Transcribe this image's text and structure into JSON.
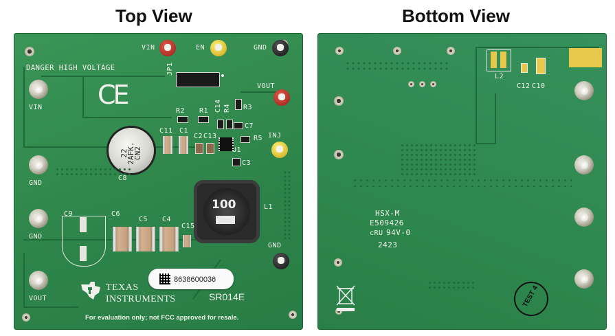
{
  "titles": {
    "top": "Top View",
    "bottom": "Bottom View"
  },
  "top_board": {
    "warning": "DANGER HIGH VOLTAGE",
    "ce_mark": "CE",
    "left_terminals": [
      "VIN",
      "GND",
      "GND",
      "VOUT"
    ],
    "test_points": {
      "vin": "VIN",
      "en": "EN",
      "gnd_top": "GND",
      "vout": "VOUT",
      "inj": "INJ",
      "gnd_bottom": "GND"
    },
    "designators": {
      "jp1": "JP1",
      "r2": "R2",
      "r1": "R1",
      "c14": "C14",
      "r4": "R4",
      "r3": "R3",
      "c7": "C7",
      "r5": "R5",
      "u1": "U1",
      "c3": "C3",
      "c11": "C11",
      "c1": "C1",
      "c2": "C2",
      "c13": "C13",
      "c8": "C8",
      "l1": "L1",
      "c9": "C9",
      "c6": "C6",
      "c5": "C5",
      "c4": "C4",
      "c15": "C15"
    },
    "cap_text": [
      "22",
      "2AFK.",
      "CN2"
    ],
    "inductor_text": "100",
    "barcode_number": "8638600036",
    "part_number": "SR014E",
    "brand_line1": "TEXAS",
    "brand_line2": "INSTRUMENTS",
    "disclaimer": "For evaluation only; not FCC approved for resale."
  },
  "bottom_board": {
    "designators": {
      "l2": "L2",
      "c12": "C12",
      "c10": "C10"
    },
    "marking": [
      "HSX-M",
      "E509426",
      "94V-0",
      "2423"
    ],
    "ul_mark": "cRU",
    "test_stamp": "TEST 4"
  }
}
